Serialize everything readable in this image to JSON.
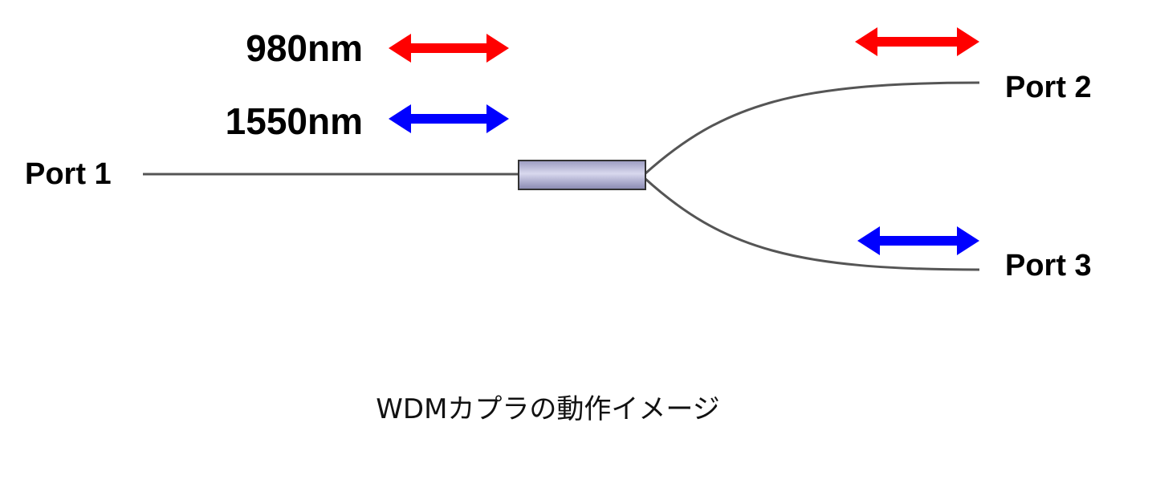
{
  "labels": {
    "wavelength_980": "980nm",
    "wavelength_1550": "1550nm",
    "port_1": "Port 1",
    "port_2": "Port 2",
    "port_3": "Port 3"
  },
  "caption": "WDMカプラの動作イメージ",
  "colors": {
    "wavelength_980_arrow": "#ff0000",
    "wavelength_1550_arrow": "#0000ff",
    "fiber": "#555555",
    "coupler_body": "#b8b8d8",
    "coupler_border": "#333333"
  },
  "icons": {
    "arrow": "double-headed-arrow-icon",
    "coupler": "wdm-coupler-icon"
  }
}
